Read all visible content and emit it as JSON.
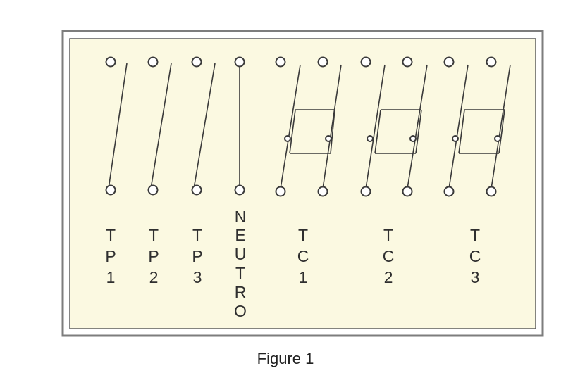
{
  "figure": {
    "caption": "Figure 1",
    "colors": {
      "panel_fill": "#fbf9e1",
      "outer_border": "#7d7d7d",
      "inner_border": "#5c5c5c",
      "line": "#3a3a3a",
      "terminal_fill": "#ffffff",
      "text": "#2f2f2f"
    },
    "terminals": [
      {
        "label": "TP1",
        "glyphs": [
          "T",
          "P",
          "1"
        ]
      },
      {
        "label": "TP2",
        "glyphs": [
          "T",
          "P",
          "2"
        ]
      },
      {
        "label": "TP3",
        "glyphs": [
          "T",
          "P",
          "3"
        ]
      },
      {
        "label": "NEUTRO",
        "glyphs": [
          "N",
          "E",
          "U",
          "T",
          "R",
          "O"
        ]
      },
      {
        "label": "TC1",
        "glyphs": [
          "T",
          "C",
          "1"
        ]
      },
      {
        "label": "TC2",
        "glyphs": [
          "T",
          "C",
          "2"
        ]
      },
      {
        "label": "TC3",
        "glyphs": [
          "T",
          "C",
          "3"
        ]
      }
    ]
  }
}
